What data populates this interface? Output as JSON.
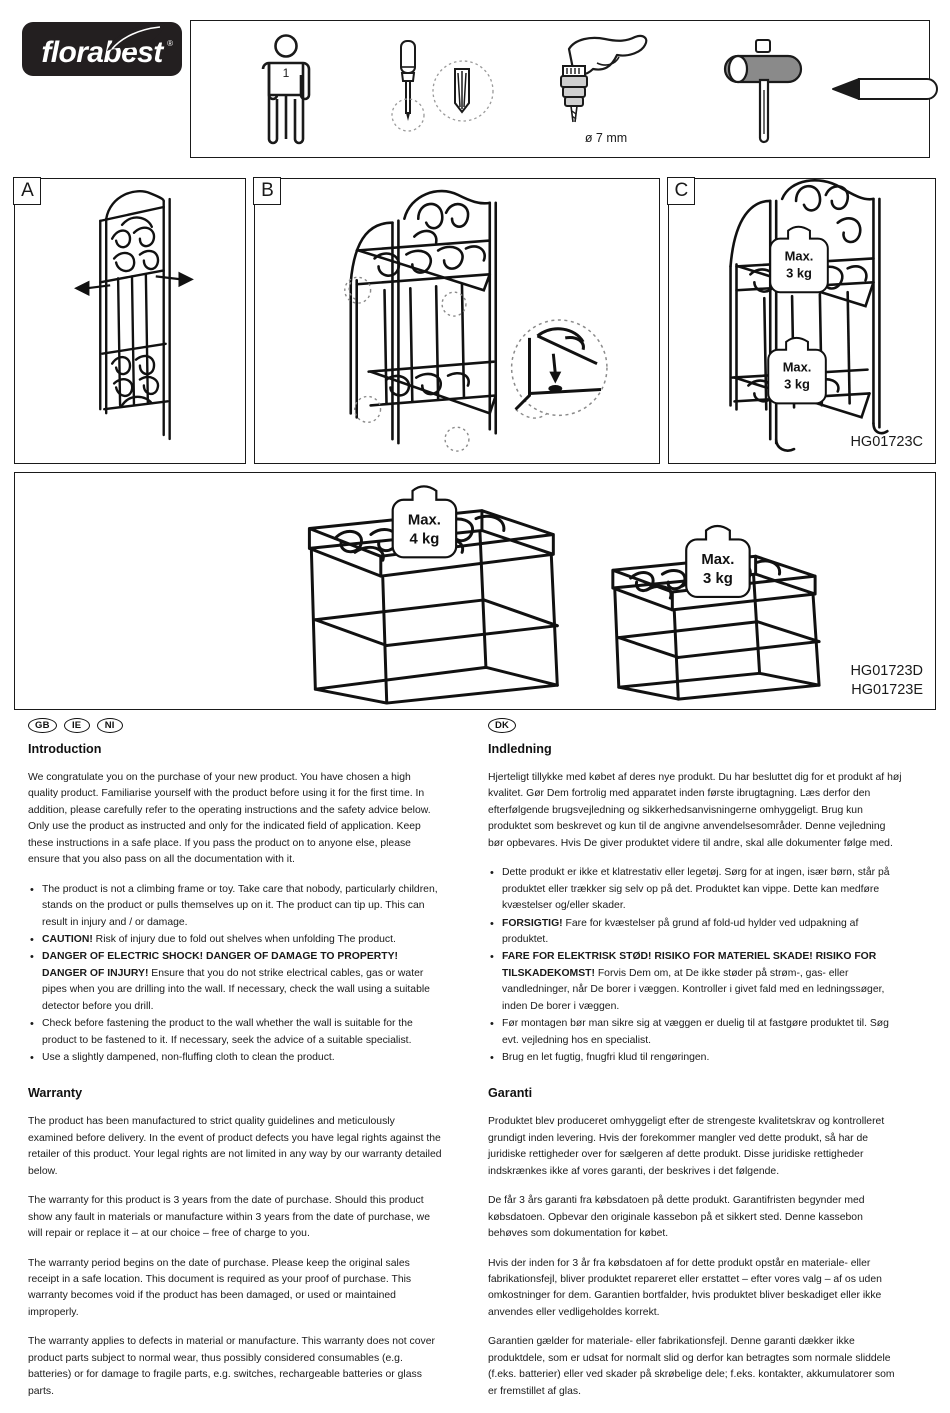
{
  "brand": {
    "name": "florabest",
    "registered_mark": "®",
    "logo_bg": "#231f20",
    "logo_fg": "#ffffff"
  },
  "tools": [
    {
      "id": "person",
      "icon": "person-icon",
      "caption": "",
      "count_label": "1"
    },
    {
      "id": "screwdriver",
      "icon": "screwdriver-icon",
      "caption": ""
    },
    {
      "id": "drill",
      "icon": "drill-icon",
      "caption": "ø 7 mm"
    },
    {
      "id": "mallet",
      "icon": "mallet-icon",
      "caption": ""
    },
    {
      "id": "pencil",
      "icon": "pencil-icon",
      "caption": ""
    }
  ],
  "panels": [
    {
      "label": "A",
      "model": ""
    },
    {
      "label": "B",
      "model": ""
    },
    {
      "label": "C",
      "model": "HG01723C"
    },
    {
      "label": "",
      "model": "HG01723D\nHG01723E"
    }
  ],
  "weight_labels": {
    "panel_c_upper": {
      "line1": "Max.",
      "line2": "3 kg"
    },
    "panel_c_lower": {
      "line1": "Max.",
      "line2": "3 kg"
    },
    "panel_d_left": {
      "line1": "Max.",
      "line2": "4 kg"
    },
    "panel_d_right": {
      "line1": "Max.",
      "line2": "3 kg"
    }
  },
  "english": {
    "flags": [
      "GB",
      "IE",
      "NI"
    ],
    "intro_heading": "Introduction",
    "intro_body": "We congratulate you on the purchase of your new product. You have chosen a high quality product. Familiarise yourself with the product before using it for the first time. In addition, please carefully refer to the operating instructions and the safety advice below. Only use the product as instructed and only for the indicated field of application. Keep these instructions in a safe place. If you pass the product on to anyone else, please ensure that you also pass on all the documentation with it.",
    "bullets": [
      {
        "bold": "",
        "text": "The product is not a climbing frame or toy. Take care that nobody, particularly children, stands on the product or pulls themselves up on it. The product can tip up. This can result in injury and / or damage."
      },
      {
        "bold": "CAUTION!",
        "text": " Risk of injury due to fold out shelves when unfolding The product."
      },
      {
        "bold": "DANGER OF ELECTRIC SHOCK! DANGER OF DAMAGE TO PROPERTY! DANGER OF INJURY!",
        "text": " Ensure that you do not strike electrical cables, gas or water pipes when you are drilling into the wall. If necessary, check the wall using a suitable detector before you drill."
      },
      {
        "bold": "",
        "text": "Check before fastening the product to the wall whether the wall is suitable for the product to be fastened to it. If necessary, seek the advice of a suitable specialist."
      },
      {
        "bold": "",
        "text": "Use a slightly dampened, non-fluffing cloth to clean the product."
      }
    ],
    "warranty_heading": "Warranty",
    "warranty_paragraphs": [
      "The product has been manufactured to strict quality guidelines and meticulously examined before delivery. In the event of product defects you have legal rights against the retailer of this product. Your legal rights are not limited in any way by our warranty detailed below.",
      "The warranty for this product is 3 years from the date of purchase. Should this product show any fault in materials or manufacture within 3 years from the date of purchase, we will repair or replace it – at our choice – free of charge to you.",
      "The warranty period begins on the date of purchase. Please keep the original sales receipt in a safe location. This document is required as your proof of purchase. This warranty becomes void if the product has been damaged, or used or maintained improperly.",
      "The warranty applies to defects in material or manufacture. This warranty does not cover product parts subject to normal wear, thus possibly considered consumables (e.g. batteries) or for damage to fragile parts, e.g. switches, rechargeable batteries or glass parts."
    ]
  },
  "danish": {
    "flags": [
      "DK"
    ],
    "intro_heading": "Indledning",
    "intro_body": "Hjerteligt tillykke med købet af deres nye produkt. Du har besluttet dig for et produkt af høj kvalitet. Gør Dem fortrolig med apparatet inden første ibrugtagning. Læs derfor den efterfølgende brugsvejledning og sikkerhedsanvisningerne omhyggeligt. Brug kun produktet som beskrevet og kun til de angivne anvendelsesområder. Denne vejledning bør opbevares. Hvis De giver produktet videre til andre, skal alle dokumenter følge med.",
    "bullets": [
      {
        "bold": "",
        "text": "Dette produkt er ikke et klatrestativ eller legetøj. Sørg for at ingen, især børn, står på produktet eller trækker sig selv op på det. Produktet kan vippe. Dette kan medføre kvæstelser og/eller skader."
      },
      {
        "bold": "FORSIGTIG!",
        "text": " Fare for kvæstelser på grund af fold-ud hylder ved udpakning af produktet."
      },
      {
        "bold": "FARE FOR ELEKTRISK STØD! RISIKO FOR MATERIEL SKADE! RISIKO FOR TILSKADEKOMST!",
        "text": " Forvis Dem om, at De ikke støder på strøm-, gas- eller vandledninger, når De borer i væggen. Kontroller i givet fald med en ledningssøger, inden De borer i væggen."
      },
      {
        "bold": "",
        "text": "Før montagen bør man sikre sig at væggen er duelig til at fastgøre produktet til. Søg evt. vejledning hos en specialist."
      },
      {
        "bold": "",
        "text": "Brug en let fugtig, fnugfri klud til rengøringen."
      }
    ],
    "warranty_heading": "Garanti",
    "warranty_paragraphs": [
      "Produktet blev produceret omhyggeligt efter de strengeste kvalitetskrav og kontrolleret grundigt inden levering. Hvis der forekommer mangler ved dette produkt, så har de juridiske rettigheder over for sælgeren af dette produkt. Disse juridiske rettigheder indskrænkes ikke af vores garanti, der beskrives i det følgende.",
      "De får 3 års garanti fra købsdatoen på dette produkt. Garantifristen begynder med købsdatoen. Opbevar den originale kassebon på et sikkert sted. Denne kassebon behøves som dokumentation for købet.",
      "Hvis der inden for 3 år fra købsdatoen af for dette produkt opstår en materiale- eller fabrikationsfejl, bliver produktet repareret eller erstattet – efter vores valg – af os uden omkostninger for dem. Garantien bortfalder, hvis produktet bliver beskadiget eller ikke anvendes eller vedligeholdes korrekt.",
      "Garantien gælder for materiale- eller fabrikationsfejl. Denne garanti dækker ikke produktdele, som er udsat for normalt slid og derfor kan betragtes som normale sliddele (f.eks. batterier) eller ved skader på skrøbelige dele; f.eks. kontakter, akkumulatorer som er fremstillet af glas."
    ]
  }
}
